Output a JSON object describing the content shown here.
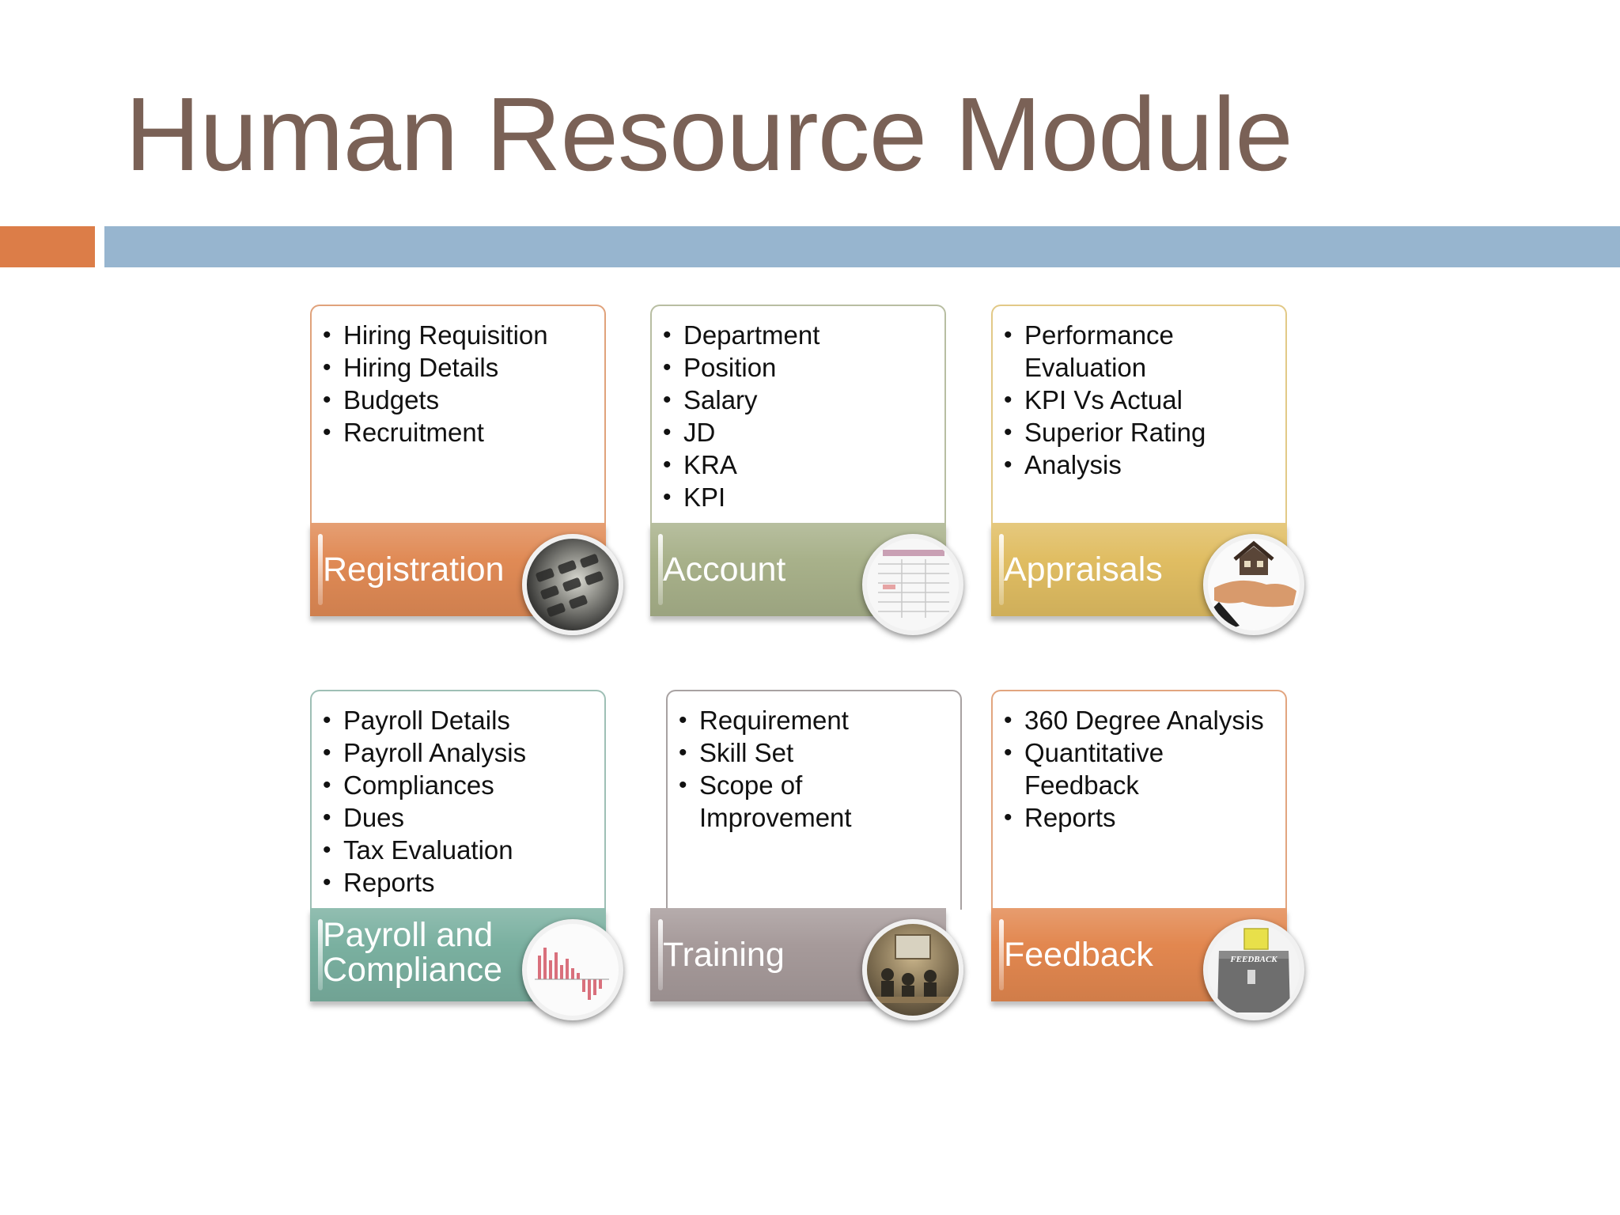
{
  "title": "Human Resource Module",
  "colors": {
    "title": "#7a6156",
    "accent_bar_orange": "#dc7d48",
    "accent_bar_blue": "#97b5cf"
  },
  "cards": [
    {
      "label": "Registration",
      "color": "#e08a55",
      "image_icon": "keyboard-photo-icon",
      "items": [
        "Hiring Requisition",
        "Hiring Details",
        "Budgets",
        "Recruitment"
      ]
    },
    {
      "label": "Account",
      "color": "#a8b18a",
      "image_icon": "spreadsheet-photo-icon",
      "items": [
        "Department",
        "Position",
        "Salary",
        "JD",
        "KRA",
        "KPI"
      ]
    },
    {
      "label": "Appraisals",
      "color": "#e0bd62",
      "image_icon": "house-in-hand-photo-icon",
      "items": [
        "Performance Evaluation",
        "KPI Vs Actual",
        "Superior Rating",
        "Analysis"
      ]
    },
    {
      "label": "Payroll and Compliance",
      "label_lines": [
        "Payroll and",
        "Compliance"
      ],
      "color": "#7ab0a0",
      "image_icon": "bar-chart-photo-icon",
      "items": [
        "Payroll Details",
        "Payroll Analysis",
        "Compliances",
        "Dues",
        "Tax Evaluation",
        "Reports"
      ]
    },
    {
      "label": "Training",
      "color": "#a69a9a",
      "image_icon": "classroom-photo-icon",
      "items": [
        "Requirement",
        "Skill Set",
        "Scope of Improvement"
      ]
    },
    {
      "label": "Feedback",
      "color": "#e2874f",
      "image_icon": "feedback-box-photo-icon",
      "image_text": "FEEDBACK",
      "items": [
        "360 Degree Analysis",
        "Quantitative Feedback",
        "Reports"
      ]
    }
  ]
}
